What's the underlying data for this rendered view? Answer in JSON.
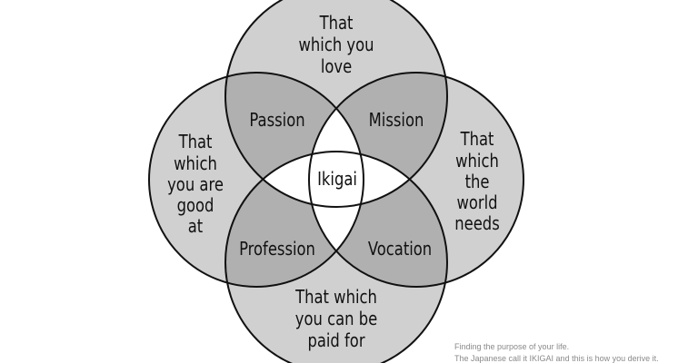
{
  "colors": {
    "single": "#d0d0d0",
    "double": "#b0b0b0",
    "center": "#ffffff",
    "stroke": "#111111"
  },
  "circles": {
    "top": [
      "That",
      "which you",
      "love"
    ],
    "left": [
      "That",
      "which",
      "you are",
      "good",
      "at"
    ],
    "right": [
      "That",
      "which",
      "the",
      "world",
      "needs"
    ],
    "bottom": [
      "That which",
      "you can be",
      "paid for"
    ]
  },
  "overlaps": {
    "passion": "Passion",
    "mission": "Mission",
    "profession": "Profession",
    "vocation": "Vocation",
    "center": "Ikigai"
  },
  "caption": {
    "line1": "Finding the purpose of your life.",
    "line2": "The Japanese call it IKIGAI and this is how you derive it."
  }
}
